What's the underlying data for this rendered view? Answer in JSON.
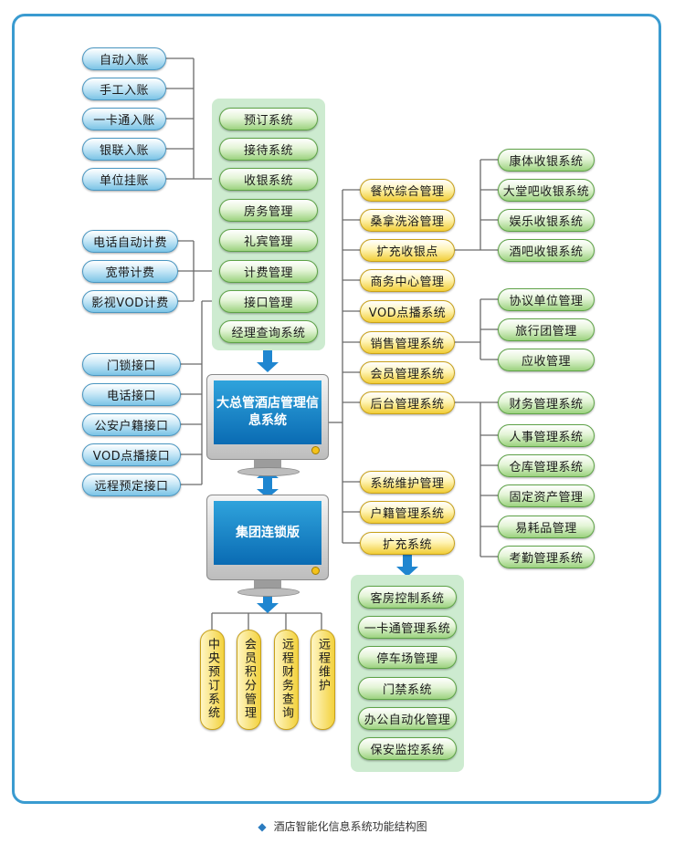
{
  "left_top": [
    "自动入账",
    "手工入账",
    "一卡通入账",
    "银联入账",
    "单位挂账"
  ],
  "left_billing": [
    "电话自动计费",
    "宽带计费",
    "影视VOD计费"
  ],
  "left_interfaces": [
    "门锁接口",
    "电话接口",
    "公安户籍接口",
    "VOD点播接口",
    "远程预定接口"
  ],
  "center_modules": [
    "预订系统",
    "接待系统",
    "收银系统",
    "房务管理",
    "礼宾管理",
    "计费管理",
    "接口管理",
    "经理查询系统"
  ],
  "monitors": {
    "main": "大总管酒店管理信息系统",
    "chain": "集团连锁版"
  },
  "bottom_vertical": [
    "中央预订系统",
    "会员积分管理",
    "远程财务查询",
    "远程维护"
  ],
  "right_yellow": [
    "餐饮综合管理",
    "桑拿洗浴管理",
    "扩充收银点",
    "商务中心管理",
    "VOD点播系统",
    "销售管理系统",
    "会员管理系统",
    "后台管理系统",
    "系统维护管理",
    "户籍管理系统",
    "扩充系统"
  ],
  "right_cash": [
    "康体收银系统",
    "大堂吧收银系统",
    "娱乐收银系统",
    "酒吧收银系统"
  ],
  "right_sales": [
    "协议单位管理",
    "旅行团管理",
    "应收管理"
  ],
  "right_backoffice": [
    "财务管理系统",
    "人事管理系统",
    "仓库管理系统",
    "固定资产管理",
    "易耗品管理",
    "考勤管理系统"
  ],
  "extension_modules": [
    "客房控制系统",
    "一卡通管理系统",
    "停车场管理",
    "门禁系统",
    "办公自动化管理",
    "保安监控系统"
  ],
  "caption": "酒店智能化信息系统功能结构图",
  "colors": {
    "frame": "#3a9bd0",
    "panel": "#cdebd0",
    "arrow": "#1f86d0"
  }
}
